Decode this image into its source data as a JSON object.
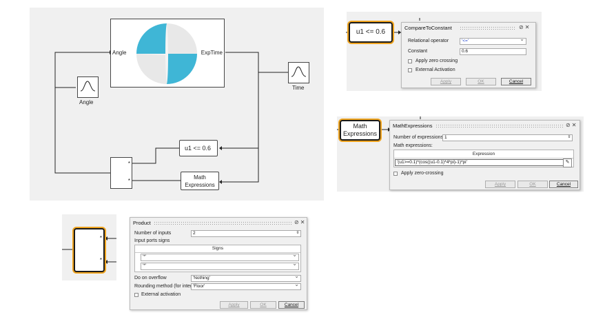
{
  "diagram": {
    "main_block": {
      "in_port": "Angle",
      "out_port": "ExpTime"
    },
    "angle_source": {
      "label": "Angle"
    },
    "time_scope": {
      "label": "Time"
    },
    "compare_block": {
      "text": "u1 <= 0.6"
    },
    "math_block": {
      "line1": "Math",
      "line2": "Expressions"
    },
    "product_block": {
      "sign1": "*",
      "sign2": "*"
    }
  },
  "compare_dialog": {
    "block_text": "u1 <= 0.6",
    "title": "CompareToConstant",
    "relop_label": "Relational operator",
    "relop_value": "'<='",
    "constant_label": "Constant",
    "constant_value": "0.6",
    "zero_crossing_label": "Apply zero crossing",
    "ext_activation_label": "External Activation",
    "apply": "Apply",
    "ok": "OK",
    "cancel": "Cancel"
  },
  "math_dialog": {
    "block_line1": "Math",
    "block_line2": "Expressions",
    "title": "MathExpressions",
    "num_expr_label": "Number of expressions",
    "num_expr_value": "1",
    "expr_label": "Math expressions:",
    "col_header": "Expression",
    "expr_value": "'(u1>=0.1)*(cos((u1-0.1)*4*pi)-1)*pi'",
    "zero_crossing_label": "Apply zero-crossing",
    "apply": "Apply",
    "ok": "OK",
    "cancel": "Cancel"
  },
  "product_dialog": {
    "block_sign1": "*",
    "block_sign2": "*",
    "title": "Product",
    "num_inputs_label": "Number of inputs",
    "num_inputs_value": "2",
    "signs_label": "Input ports signs",
    "signs_header": "Signs",
    "sign1": "'*'",
    "sign2": "'*'",
    "overflow_label": "Do on overflow",
    "overflow_value": "'Nothing'",
    "rounding_label": "Rounding method (for integers)",
    "rounding_value": "'Floor'",
    "ext_activation_label": "External activation",
    "apply": "Apply",
    "ok": "OK",
    "cancel": "Cancel"
  },
  "colors": {
    "selection": "#f0a41e",
    "canvas": "#f0f0f0",
    "wheel": "#3fb6d6"
  }
}
